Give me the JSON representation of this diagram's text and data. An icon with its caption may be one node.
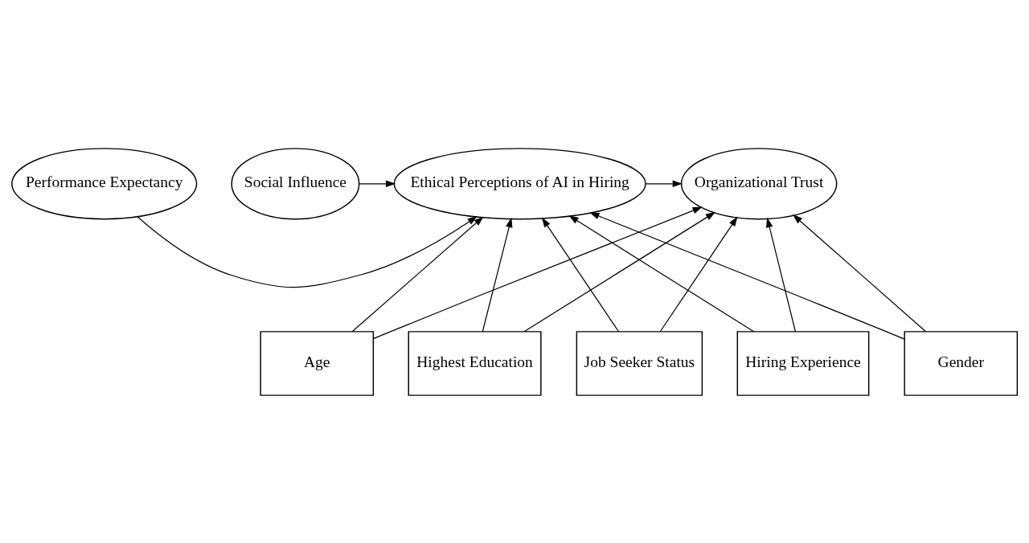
{
  "diagram": {
    "nodes": [
      {
        "text": [
          "Performance Expectancy"
        ]
      },
      {
        "text": [
          "Social Influence"
        ]
      },
      {
        "text": [
          "Ethical Perceptions of AI in Hiring"
        ]
      },
      {
        "text": [
          "Organizational Trust"
        ]
      },
      {
        "text": [
          "Gender"
        ]
      },
      {
        "text": [
          "Age"
        ]
      },
      {
        "text": [
          "Highest Education"
        ]
      },
      {
        "text": [
          "Job Seeker Status"
        ]
      },
      {
        "text": [
          "Hiring Experience"
        ]
      }
    ],
    "edges": [
      {
        "from": 0,
        "to": 2,
        "arrow": "to"
      },
      {
        "from": 1,
        "to": 2,
        "arrow": "to"
      },
      {
        "from": 2,
        "to": 3,
        "arrow": "to"
      },
      {
        "from": 4,
        "to": 2,
        "arrow": "to"
      },
      {
        "from": 4,
        "to": 3,
        "arrow": "to"
      },
      {
        "from": 5,
        "to": 2,
        "arrow": "to"
      },
      {
        "from": 5,
        "to": 3,
        "arrow": "to"
      },
      {
        "from": 6,
        "to": 2,
        "arrow": "to"
      },
      {
        "from": 6,
        "to": 3,
        "arrow": "to"
      },
      {
        "from": 7,
        "to": 2,
        "arrow": "to"
      },
      {
        "from": 7,
        "to": 3,
        "arrow": "to"
      },
      {
        "from": 8,
        "to": 2,
        "arrow": "to"
      },
      {
        "from": 8,
        "to": 3,
        "arrow": "to"
      }
    ]
  }
}
